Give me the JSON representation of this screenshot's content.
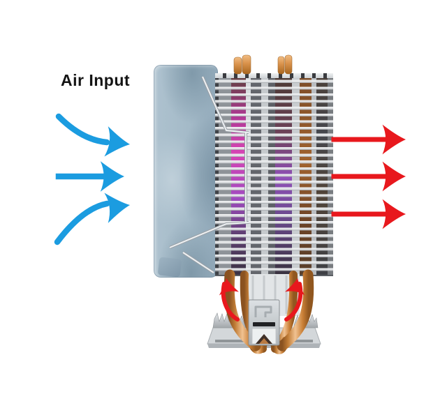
{
  "diagram": {
    "background": "#ffffff",
    "labels": {
      "air_input": "Air Input"
    },
    "arrows": {
      "air_input": {
        "count": 3,
        "color": "#1b9ce0",
        "direction": "right",
        "styles": [
          "curved-down",
          "straight",
          "curved-up"
        ]
      },
      "air_output": {
        "count": 3,
        "color": "#e8181d",
        "direction": "right",
        "styles": [
          "straight",
          "straight",
          "straight"
        ]
      },
      "heat_rise": {
        "count": 2,
        "color": "#e8181d",
        "direction": "up",
        "styles": [
          "curved",
          "curved"
        ]
      }
    },
    "components": {
      "fan": {
        "name": "cooling fan (side view)",
        "color": "#a4bac8"
      },
      "heatsink": {
        "name": "aluminum fin stack",
        "fin_color": "#e4e6e8",
        "gap_color": "#55565c",
        "glow_colors": [
          "#d644b4",
          "#9050b8"
        ]
      },
      "heat_pipes": {
        "name": "copper heat pipes",
        "color": "#c97f36",
        "visible_tips": 4
      },
      "base": {
        "name": "finned aluminum base",
        "color": "#d3d7da"
      },
      "bracket": {
        "name": "mounting bracket",
        "color": "#cfd3d6"
      },
      "clips": {
        "name": "fan wire clips",
        "color": "#e3e7ea"
      }
    }
  }
}
